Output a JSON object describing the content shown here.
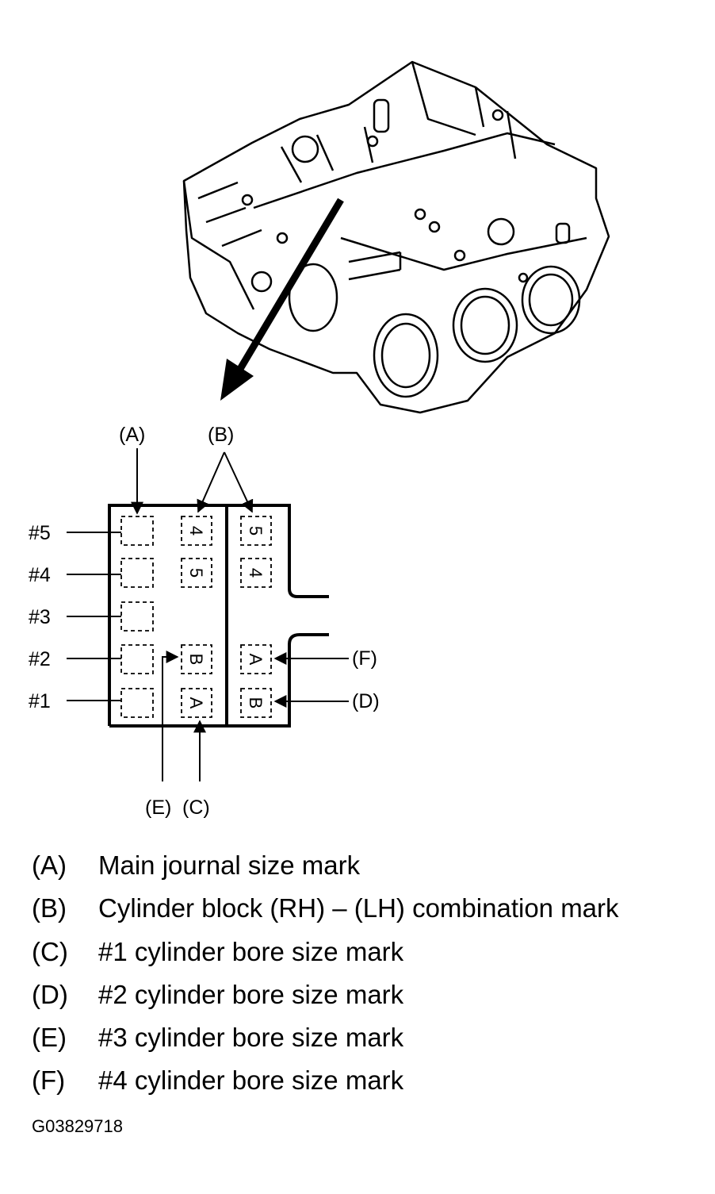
{
  "diagram": {
    "callouts": {
      "A": "(A)",
      "B": "(B)",
      "C": "(C)",
      "D": "(D)",
      "E": "(E)",
      "F": "(F)"
    },
    "cylinder_rows": [
      "#5",
      "#4",
      "#3",
      "#2",
      "#1"
    ],
    "stamped_marks": {
      "col2_row5": "4",
      "col2_row4": "5",
      "col2_row2": "B",
      "col2_row1": "A",
      "col3_row5": "5",
      "col3_row4": "4",
      "col3_row2": "A",
      "col3_row1": "B"
    }
  },
  "legend": [
    {
      "key": "(A)",
      "text": "Main journal size mark"
    },
    {
      "key": "(B)",
      "text": "Cylinder block (RH) – (LH) combination mark"
    },
    {
      "key": "(C)",
      "text": "#1 cylinder bore size mark"
    },
    {
      "key": "(D)",
      "text": "#2 cylinder bore size mark"
    },
    {
      "key": "(E)",
      "text": "#3 cylinder bore size mark"
    },
    {
      "key": "(F)",
      "text": "#4 cylinder bore size mark"
    }
  ],
  "figure_id": "G03829718"
}
